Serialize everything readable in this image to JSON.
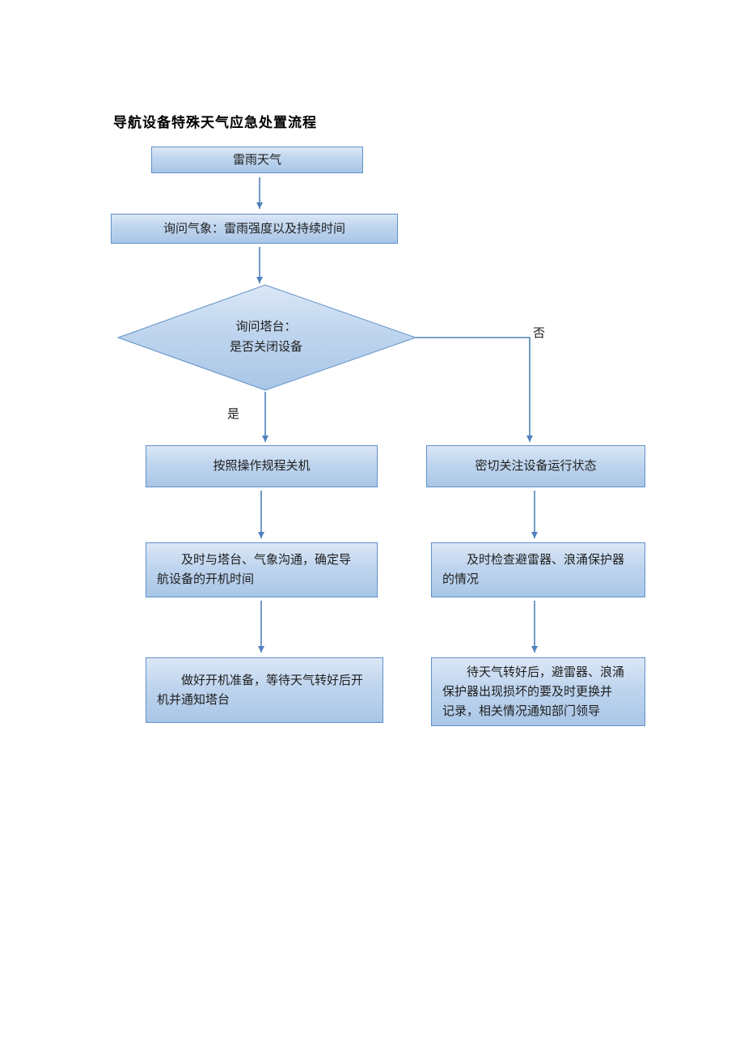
{
  "page": {
    "title": "导航设备特殊天气应急处置流程"
  },
  "colors": {
    "node_fill_top": "#dbe7f6",
    "node_fill_bottom": "#a9c6e7",
    "node_border": "#6090c8",
    "arrow": "#4f81bd",
    "text": "#1f1f1f",
    "background": "#ffffff"
  },
  "nodes": {
    "start": {
      "label": "雷雨天气"
    },
    "ask_weather": {
      "label": "询问气象：雷雨强度以及持续时间"
    },
    "decision": {
      "label": "询问塔台：\n是否关闭设备"
    },
    "left1": {
      "label": "按照操作规程关机"
    },
    "left2": {
      "label": "及时与塔台、气象沟通，确定导\n航设备的开机时间"
    },
    "left3": {
      "label": "做好开机准备，等待天气转好后开\n机并通知塔台"
    },
    "right1": {
      "label": "密切关注设备运行状态"
    },
    "right2": {
      "label": "及时检查避雷器、浪涌保护器\n的情况"
    },
    "right3": {
      "label": "待天气转好后，避雷器、浪涌\n保护器出现损坏的要及时更换并\n记录，相关情况通知部门领导"
    }
  },
  "edges": {
    "yes_label": "是",
    "no_label": "否"
  }
}
